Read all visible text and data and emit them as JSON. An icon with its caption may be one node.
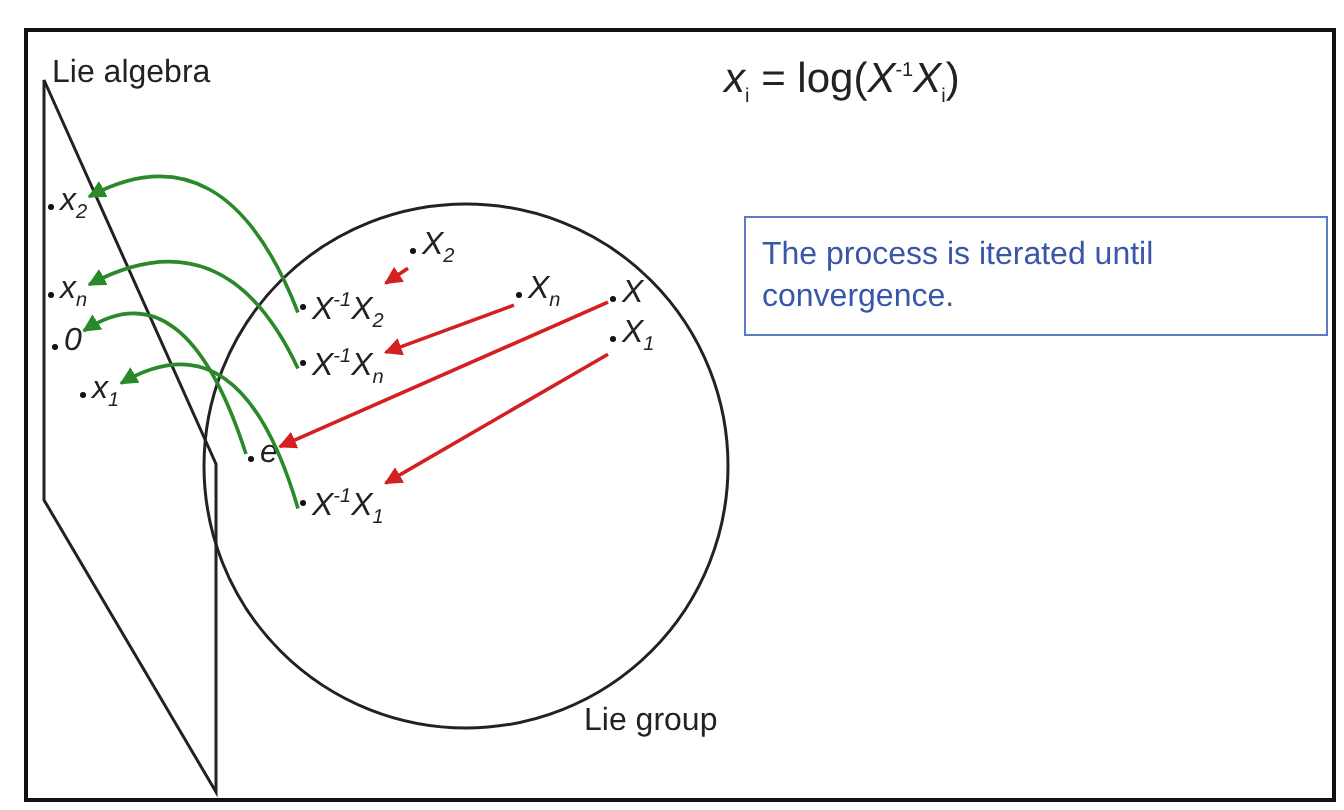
{
  "diagram": {
    "nodes": [
      {
        "text": [
          "Lie algebra"
        ]
      },
      {
        "text": [
          "x$_{2}$"
        ],
        "in": 0
      },
      {
        "text": [
          "x$_{n}$"
        ],
        "in": 0
      },
      {
        "text": [
          "0"
        ],
        "in": 0
      },
      {
        "text": [
          "x$_{1}$"
        ],
        "in": 0
      },
      {
        "text": [
          "Lie group"
        ]
      },
      {
        "text": [
          "X$_{2}$"
        ],
        "in": 5
      },
      {
        "text": [
          "X$^{-1}$X$_{2}$"
        ],
        "in": 5
      },
      {
        "text": [
          "X$_{n}$"
        ],
        "in": 5
      },
      {
        "text": [
          "X"
        ],
        "in": 5
      },
      {
        "text": [
          "X$_{1}$"
        ],
        "in": 5
      },
      {
        "text": [
          "X$^{-1}$X$_{n}$"
        ],
        "in": 5
      },
      {
        "text": [
          "e"
        ],
        "in": 5
      },
      {
        "text": [
          "X$^{-1}$X$_{1}$"
        ],
        "in": 5
      },
      {
        "text": [
          "The process is iterated until convergence."
        ]
      }
    ],
    "edges": [
      {
        "from": 6,
        "to": 7,
        "arrow": "to",
        "color": "#d42020"
      },
      {
        "from": 8,
        "to": 11,
        "arrow": "to",
        "color": "#d42020"
      },
      {
        "from": 9,
        "to": 12,
        "arrow": "to",
        "color": "#d42020"
      },
      {
        "from": 10,
        "to": 13,
        "arrow": "to",
        "color": "#d42020"
      },
      {
        "from": 7,
        "to": 1,
        "arrow": "to",
        "color": "#2a8a2a"
      },
      {
        "from": 11,
        "to": 2,
        "arrow": "to",
        "color": "#2a8a2a"
      },
      {
        "from": 12,
        "to": 3,
        "arrow": "to",
        "color": "#2a8a2a"
      },
      {
        "from": 13,
        "to": 4,
        "arrow": "to",
        "color": "#2a8a2a"
      }
    ],
    "labels": [
      "*x*$_{i}$ = log(*X*$^{-1}$*X*$_{i}$)"
    ]
  }
}
